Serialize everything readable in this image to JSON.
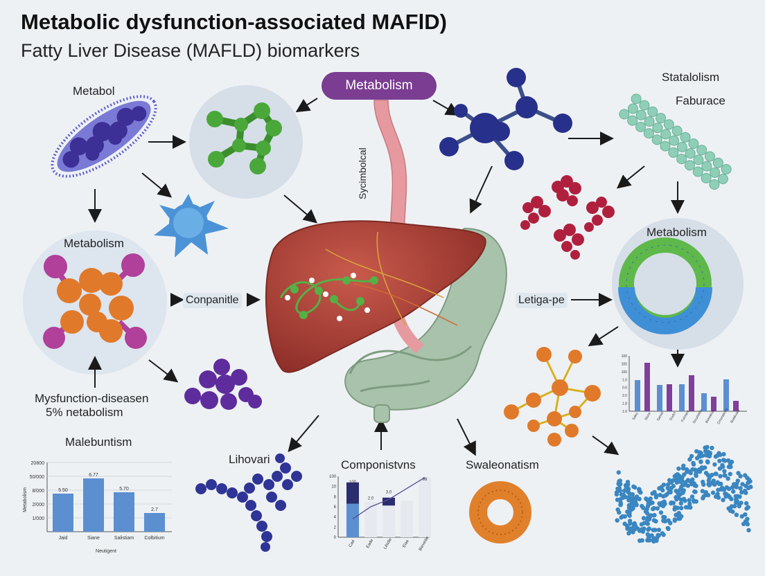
{
  "title": {
    "line1": "Metabolic dysfunction-associated MAFlD)",
    "line2": "Fatty Liver Disease (MAFLD) biomarkers"
  },
  "center_pill": "Metabolism",
  "vertical_label": "Sycimbolcal",
  "labels": {
    "metabol": "Metabol",
    "statalolism": "Statalolism",
    "faburace": "Faburace",
    "metabolism_left": "Metabolism",
    "metabolism_right": "Metabolism",
    "conpanitle": "Conpanitle",
    "letiga_pe": "Letiga-pe",
    "mysfunction_line1": "Mysfunction-diseasen",
    "mysfunction_line2": "5% netabolism",
    "malebuntism": "Malebuntism",
    "lihovari": "Lihovari",
    "componistvns": "Componistvns",
    "swaleonatism": "Swaleonatism"
  },
  "colors": {
    "pill": "#7a3d91",
    "liver": "#b4443a",
    "intestine": "#a9c2ab",
    "green_molecule": "#4aa83a",
    "blue_molecule": "#27308a",
    "teal_chain": "#8fcfb7",
    "crimson_clusters": "#b0203e",
    "orange_molecule": "#e07a2a",
    "magenta_atoms": "#b0409a",
    "purple_cluster": "#5e2c9c",
    "bar_blue": "#5b8fd0",
    "bar_purple": "#7f3f9a",
    "scatter_blue": "#3a86c0"
  },
  "chart_data": [
    {
      "type": "bar",
      "categories": [
        "Jaid",
        "Siane",
        "Salistiam",
        "Colbitium"
      ],
      "values": [
        5.5,
        7.7,
        5.7,
        2.7
      ],
      "data_labels": [
        "5.50",
        "6.77",
        "5.70",
        "2.7"
      ],
      "y_tick_labels": [
        "1/000",
        "2/000",
        "8/000",
        "50/000",
        "20800"
      ],
      "ylabel": "Metabolism",
      "xlabel": "Neutigent",
      "ylim": [
        0,
        10
      ]
    },
    {
      "type": "bar",
      "categories": [
        "Cad",
        "Eade",
        "Lihidie",
        "Eiae",
        "Bieveitie"
      ],
      "y_tick_labels": [
        "0",
        "2",
        "4",
        "6",
        "8",
        "10",
        "100"
      ],
      "stacked_values": [
        [
          5.5,
          3.5
        ],
        [
          5.8,
          0
        ],
        [
          5.2,
          1.3
        ],
        [
          6.0,
          0
        ],
        [
          9.8,
          0
        ]
      ],
      "line_values": [
        3.0,
        5.0,
        6.2,
        8.0,
        9.8
      ],
      "data_labels": [
        "100",
        "2.0",
        "3.0",
        "98"
      ]
    },
    {
      "type": "bar",
      "categories": [
        "Sdeo",
        "Sione",
        "Samet",
        "Gudct",
        "Fulcrant",
        "Sicurtialicr",
        "Bohialicer",
        "Crnoraticirs",
        "Boiskusct"
      ],
      "series": [
        {
          "values": [
            4.5,
            3.8,
            3.9,
            2.6,
            4.6
          ]
        },
        {
          "values": [
            7.0,
            3.9,
            5.2,
            2.1,
            1.5
          ]
        }
      ],
      "y_tick_labels": [
        "100",
        "100",
        "100",
        "1.0",
        "0.6",
        "2.0",
        "1.8",
        "1.0"
      ]
    }
  ]
}
